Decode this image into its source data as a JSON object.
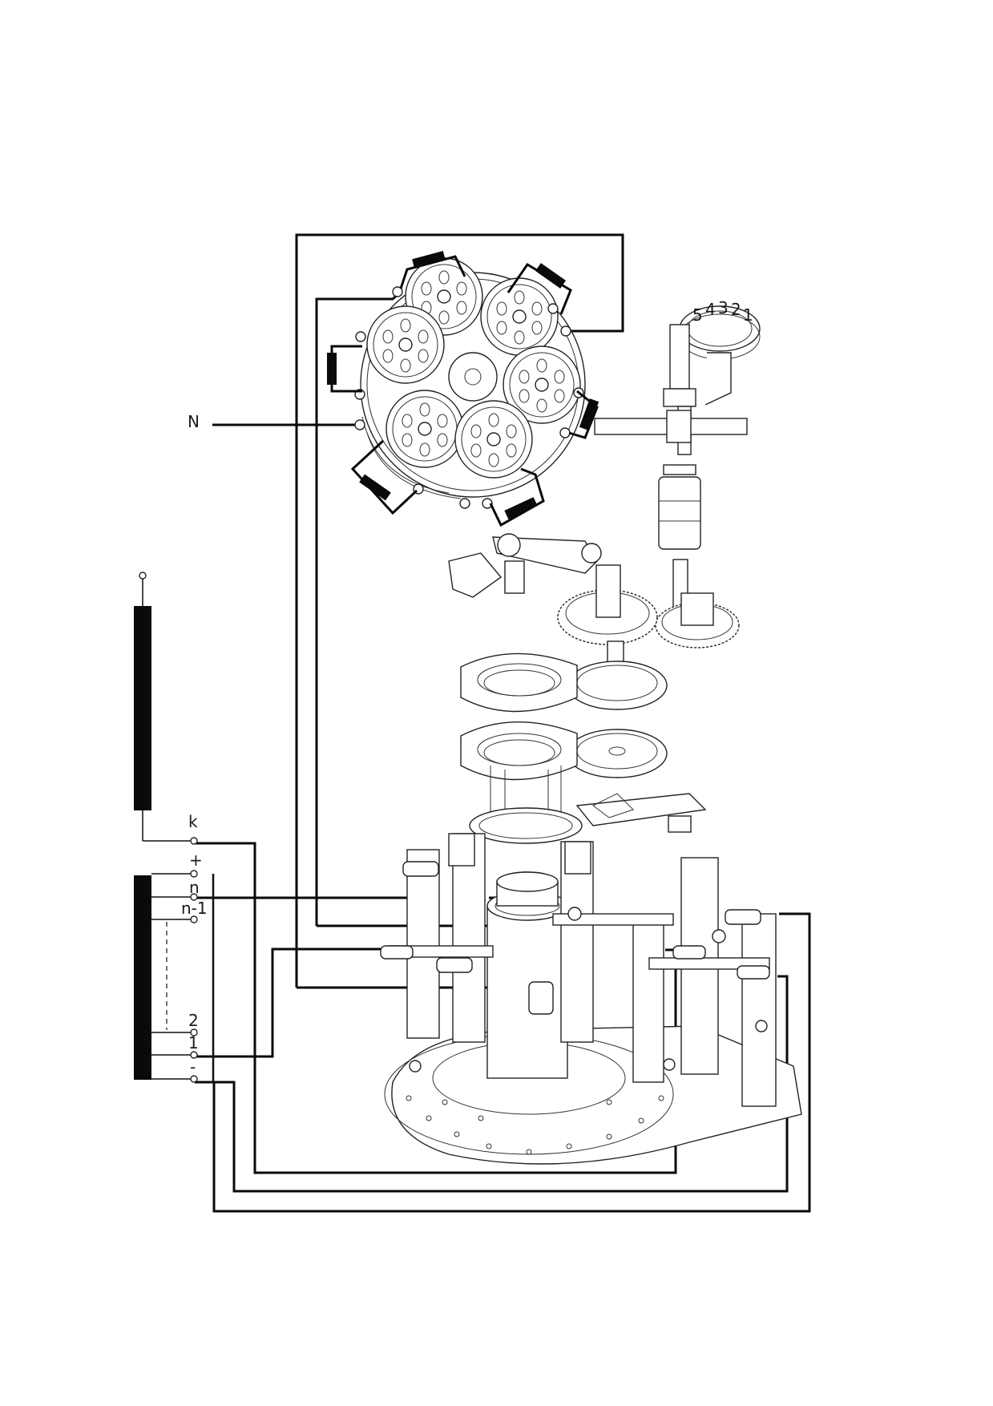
{
  "labels": {
    "N": "N",
    "k": "k",
    "plus": "+",
    "n": "n",
    "n_minus_1": "n-1",
    "two": "2",
    "one": "1",
    "minus": "-"
  },
  "dial_digits": [
    "5",
    "4",
    "3",
    "2",
    "1"
  ],
  "colors": {
    "ink": "#111111",
    "paper": "#ffffff"
  }
}
